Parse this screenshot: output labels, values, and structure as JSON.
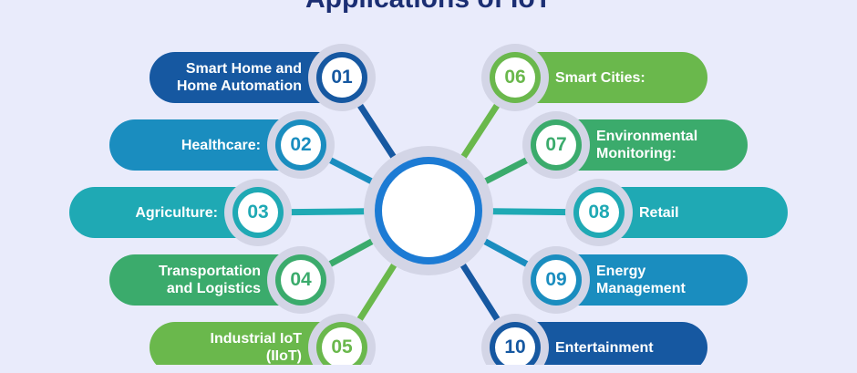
{
  "title": "Applications of IoT",
  "colors": {
    "background": "#e9ebfb",
    "title": "#1b2e73",
    "navy": "#1658a1",
    "blue": "#1a8dbf",
    "teal": "#1fa9b4",
    "green": "#3bab6c",
    "lime": "#6ab84c",
    "hub": "#1c7bd4"
  },
  "items": [
    {
      "number": "01",
      "label": "Smart Home and Home Automation",
      "color": "navy",
      "side": "left"
    },
    {
      "number": "02",
      "label": "Healthcare:",
      "color": "blue",
      "side": "left"
    },
    {
      "number": "03",
      "label": "Agriculture:",
      "color": "teal",
      "side": "left"
    },
    {
      "number": "04",
      "label": "Transportation and Logistics",
      "color": "green",
      "side": "left"
    },
    {
      "number": "05",
      "label": "Industrial IoT (IIoT)",
      "color": "lime",
      "side": "left"
    },
    {
      "number": "06",
      "label": "Smart Cities:",
      "color": "lime",
      "side": "right"
    },
    {
      "number": "07",
      "label": "Environmental Monitoring:",
      "color": "green",
      "side": "right"
    },
    {
      "number": "08",
      "label": "Retail",
      "color": "teal",
      "side": "right"
    },
    {
      "number": "09",
      "label": "Energy Management",
      "color": "blue",
      "side": "right"
    },
    {
      "number": "10",
      "label": "Entertainment",
      "color": "navy",
      "side": "right"
    }
  ]
}
